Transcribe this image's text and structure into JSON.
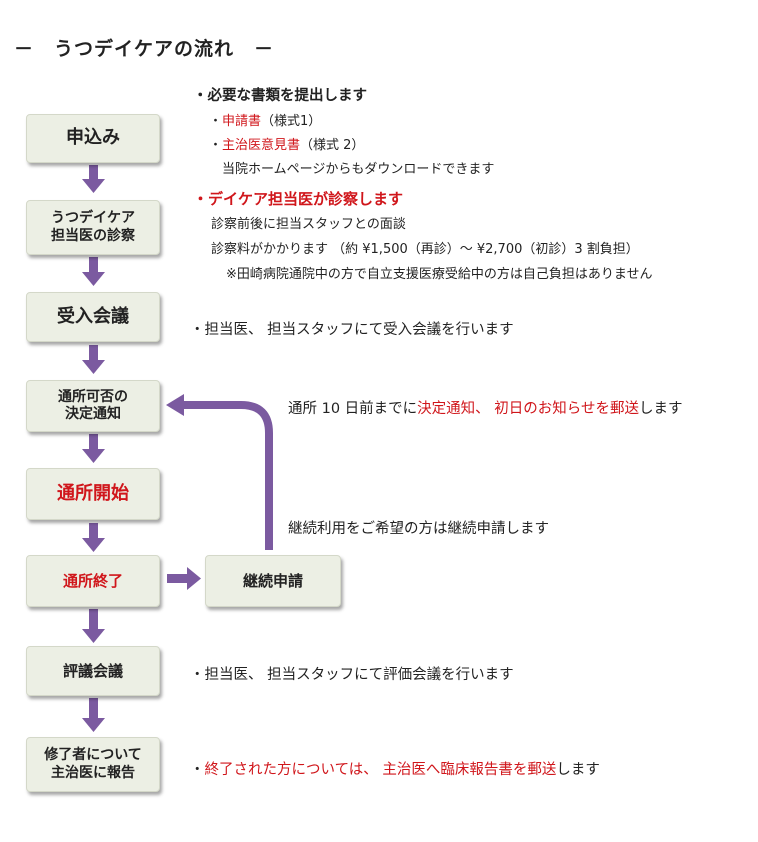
{
  "title": "－　うつデイケアの流れ　－",
  "steps": {
    "s1": "申込み",
    "s2": "うつデイケア\n担当医の診察",
    "s3": "受入会議",
    "s4": "通所可否の\n決定通知",
    "s5": "通所開始",
    "s6": "通所終了",
    "s7": "継続申請",
    "s8": "評議会議",
    "s9": "修了者について\n主治医に報告"
  },
  "notes": {
    "n1_head": "・必要な書類を提出します",
    "n1_l1_bullet": "・",
    "n1_l1_red": "申請書",
    "n1_l1_rest": "（様式1）",
    "n1_l2_bullet": "・",
    "n1_l2_red": "主治医意見書",
    "n1_l2_rest": "（様式 2）",
    "n1_l3": "当院ホームページからもダウンロードできます",
    "n2_head": "・デイケア担当医が診察します",
    "n2_l1": "診察前後に担当スタッフとの面談",
    "n2_l2": "診察料がかかります （約 ¥1,500（再診）～ ¥2,700（初診）3 割負担）",
    "n2_l3": "※田崎病院通院中の方で自立支援医療受給中の方は自己負担はありません",
    "n3": "・担当医、 担当スタッフにて受入会議を行います",
    "n4_a": "通所 10 日前までに",
    "n4_red": "決定通知、 初日のお知らせを郵送",
    "n4_b": "します",
    "n5": "継続利用をご希望の方は継続申請します",
    "n6": "・担当医、 担当スタッフにて評価会議を行います",
    "n7_bullet": "・",
    "n7_red": "終了された方については、 主治医へ臨床報告書を郵送",
    "n7_b": "します"
  },
  "colors": {
    "arrow": "#7b5aa0",
    "box_fill": "#ecefe4",
    "accent_red": "#d0161b"
  }
}
